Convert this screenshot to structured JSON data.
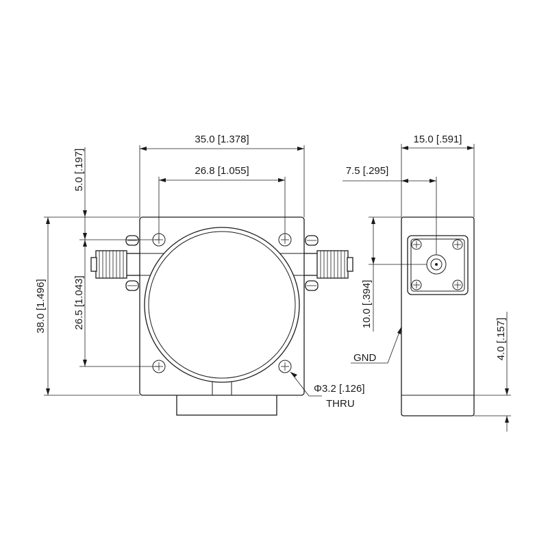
{
  "dimensions": {
    "overall_width": "35.0 [1.378]",
    "hole_spacing_x": "26.8 [1.055]",
    "top_offset": "5.0 [.197]",
    "overall_height": "38.0 [1.496]",
    "hole_spacing_y": "26.5 [1.043]",
    "side_width": "15.0 [.591]",
    "connector_offset_x": "7.5 [.295]",
    "connector_height": "10.0 [.394]",
    "base_height": "4.0 [.157]"
  },
  "callouts": {
    "gnd": "GND",
    "hole_diameter": "Φ3.2 [.126]",
    "hole_type": "THRU"
  }
}
